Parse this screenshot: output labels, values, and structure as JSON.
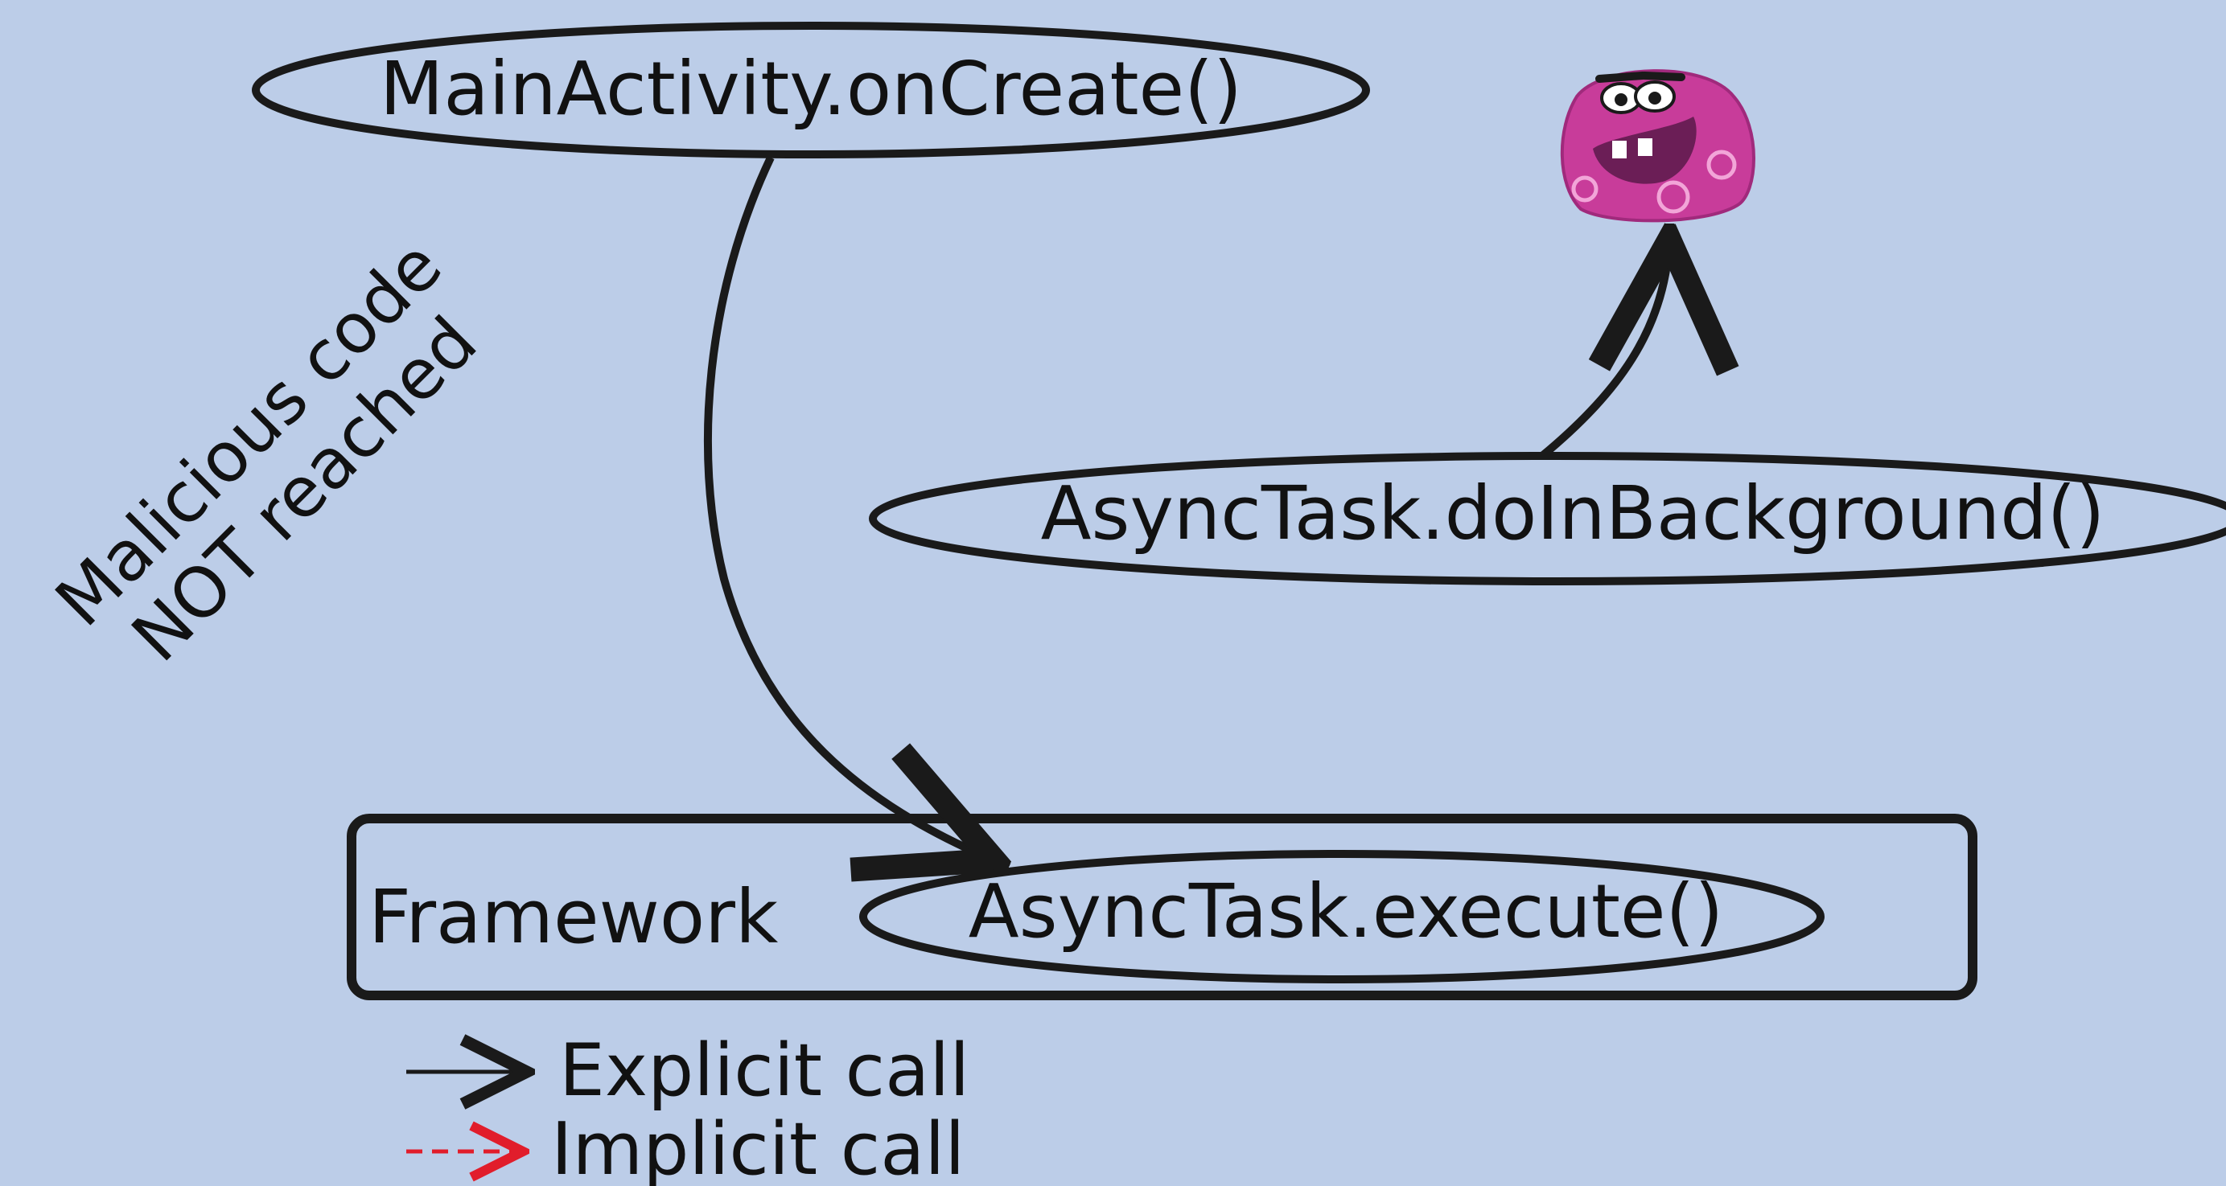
{
  "nodes": {
    "main_activity": {
      "label": "MainActivity.onCreate()"
    },
    "do_in_background": {
      "label": "AsyncTask.doInBackground()"
    },
    "execute": {
      "label": "AsyncTask.execute()"
    }
  },
  "framework": {
    "label": "Framework"
  },
  "annotation": {
    "line1": "Malicious code",
    "line2": "NOT reached"
  },
  "legend": {
    "explicit_label": "Explicit call",
    "implicit_label": "Implicit call"
  },
  "colors": {
    "background": "#bccde8",
    "stroke": "#1a1a1a",
    "implicit": "#e11d2b",
    "malware_body": "#c83c9a",
    "malware_spots": "#e87ac3",
    "malware_mouth": "#6b1e56"
  },
  "icons": {
    "malware": "malware-monster-icon"
  }
}
